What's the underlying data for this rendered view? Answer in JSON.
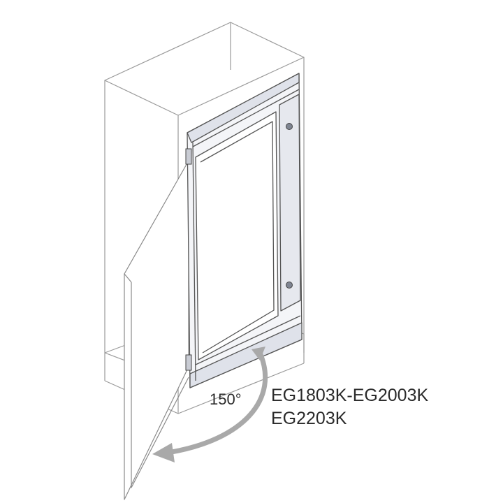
{
  "diagram": {
    "angle_label": "150°",
    "model_codes": [
      "EG1803K-EG2003K",
      "EG2203K"
    ],
    "colors": {
      "outline": "#9a9a9a",
      "frame": "#555555",
      "panel_fill": "#e6e8ee",
      "frame_fill": "#f4f5f8",
      "arrow": "#a9a9a9",
      "text": "#2a2a2a"
    }
  }
}
